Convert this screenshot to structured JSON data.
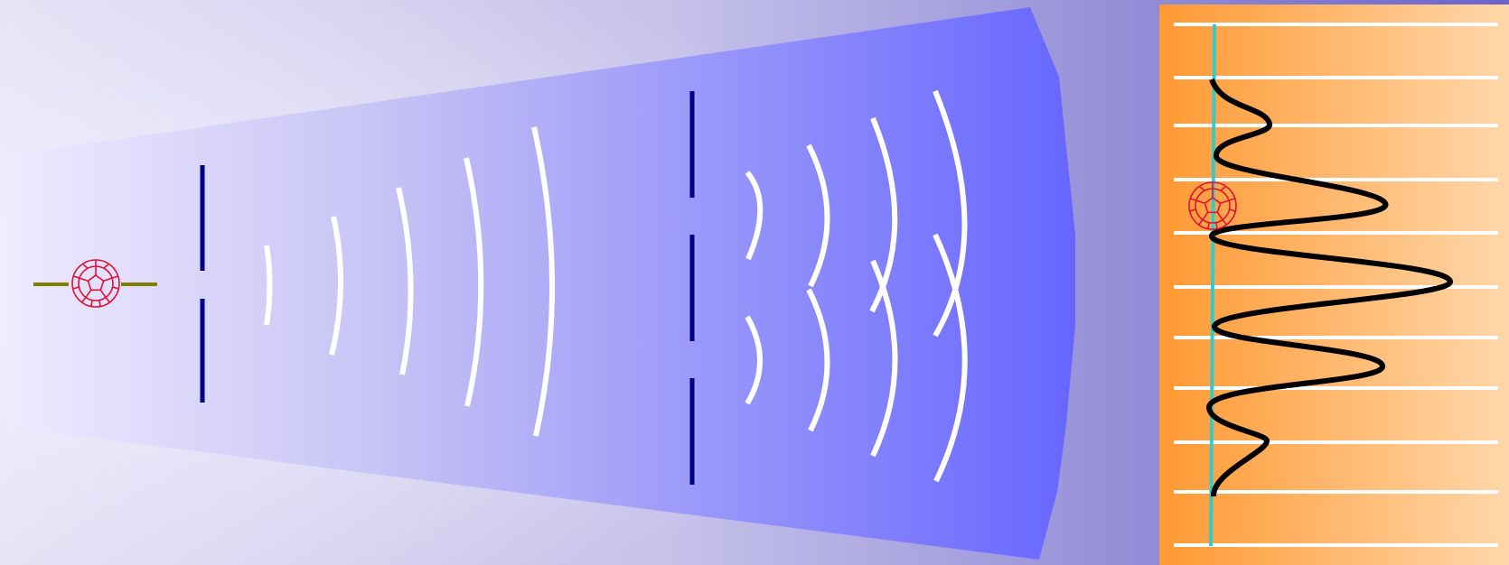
{
  "scene": {
    "title": "",
    "colors": {
      "background_left": "#e4e1f5",
      "background_right": "#6b63c8",
      "beam_left": "#eeeaff",
      "beam_right": "#6666ff",
      "slit_bar": "#000080",
      "wavefront": "#ffffff",
      "beam_axis": "#808000",
      "molecule": "#dd1133",
      "screen_left": "#ff9933",
      "screen_right": "#ffd7aa",
      "screen_lines": "#ffffff",
      "screen_axis": "#33cccc",
      "pattern_curve": "#000000"
    },
    "elements": {
      "source": {
        "icon": "buckyball-molecule-icon"
      },
      "single_slit": {
        "openings": 1
      },
      "double_slit": {
        "openings": 2
      },
      "detector": {
        "pattern": "interference-fringes",
        "molecule_icon": "buckyball-molecule-icon"
      }
    }
  }
}
